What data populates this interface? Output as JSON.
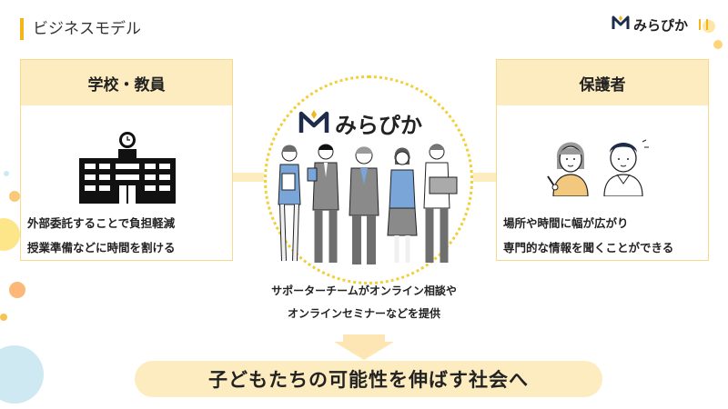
{
  "header": {
    "title": "ビジネスモデル",
    "brand": "みらぴか"
  },
  "left_card": {
    "title": "学校・教員",
    "lines": [
      "外部委託することで負担軽減",
      "授業準備などに時間を割ける"
    ]
  },
  "right_card": {
    "title": "保護者",
    "lines": [
      "場所や時間に幅が広がり",
      "専門的な情報を聞くことができる"
    ]
  },
  "center": {
    "brand": "みらぴか",
    "support_lines": [
      "サポーターチームがオンライン相談や",
      "オンラインセミナーなどを提供"
    ]
  },
  "banner": {
    "text": "子どもたちの可能性を伸ばす社会へ"
  },
  "icons": [
    "brand-logo-icon",
    "school-building-icon",
    "support-team-illustration",
    "parents-illustration",
    "down-arrow-icon"
  ],
  "colors": {
    "accent": "#f2b51c",
    "card_head": "#fdecbf",
    "card_border": "#f6d98a",
    "dotted_circle": "#f2cf38"
  }
}
